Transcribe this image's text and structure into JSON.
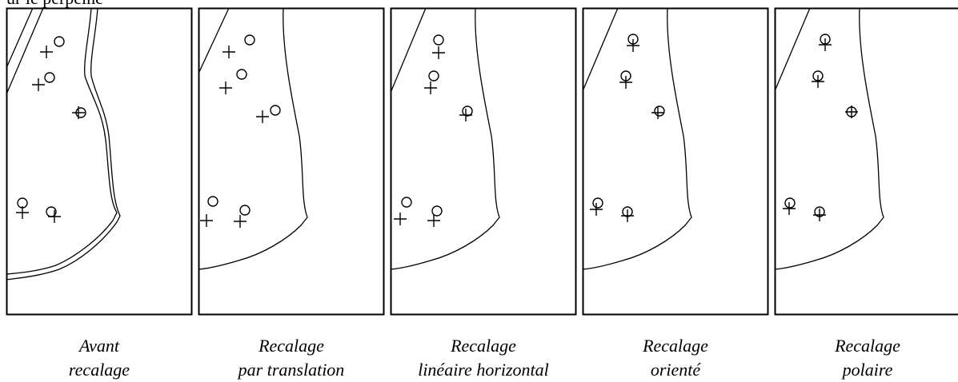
{
  "top_fragment": "ur le pérpeine",
  "panels": [
    {
      "caption_line1": "Avant",
      "caption_line2": "recalage"
    },
    {
      "caption_line1": "Recalage",
      "caption_line2": "par translation"
    },
    {
      "caption_line1": "Recalage",
      "caption_line2": "linéaire horizontal"
    },
    {
      "caption_line1": "Recalage",
      "caption_line2": "orienté"
    },
    {
      "caption_line1": "Recalage",
      "caption_line2": "polaire"
    }
  ]
}
